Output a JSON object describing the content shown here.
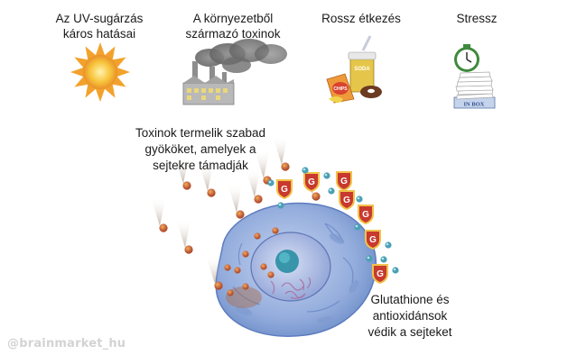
{
  "causes": [
    {
      "label": "Az UV-sugárzás\nkáros hatásai",
      "icon": "sun-icon"
    },
    {
      "label": "A környezetből\nszármazó toxinok",
      "icon": "factory-icon"
    },
    {
      "label": "Rossz étkezés",
      "icon": "junk-food-icon"
    },
    {
      "label": "Stressz",
      "icon": "stress-clock-paperwork-icon"
    }
  ],
  "icon_text": {
    "soda": "SODA",
    "chips": "CHIPS",
    "inbox": "IN BOX"
  },
  "captions": {
    "free_radicals": "Toxinok termelik szabad\ngyököket, amelyek a\nsejtekre támadják",
    "antioxidants": "Glutathione és\nantioxidánsok\nvédik a sejteket"
  },
  "shield_letter": "G",
  "watermark": "@brainmarket_hu",
  "colors": {
    "radical": "#c0552a",
    "radical_dot": "#e8a238",
    "shield": "#c8392e",
    "shield_border": "#f1c24a",
    "antioxidant": "#4aa0b4",
    "cell": "#8aa8d8",
    "nucleus": "#a9b9e0"
  }
}
